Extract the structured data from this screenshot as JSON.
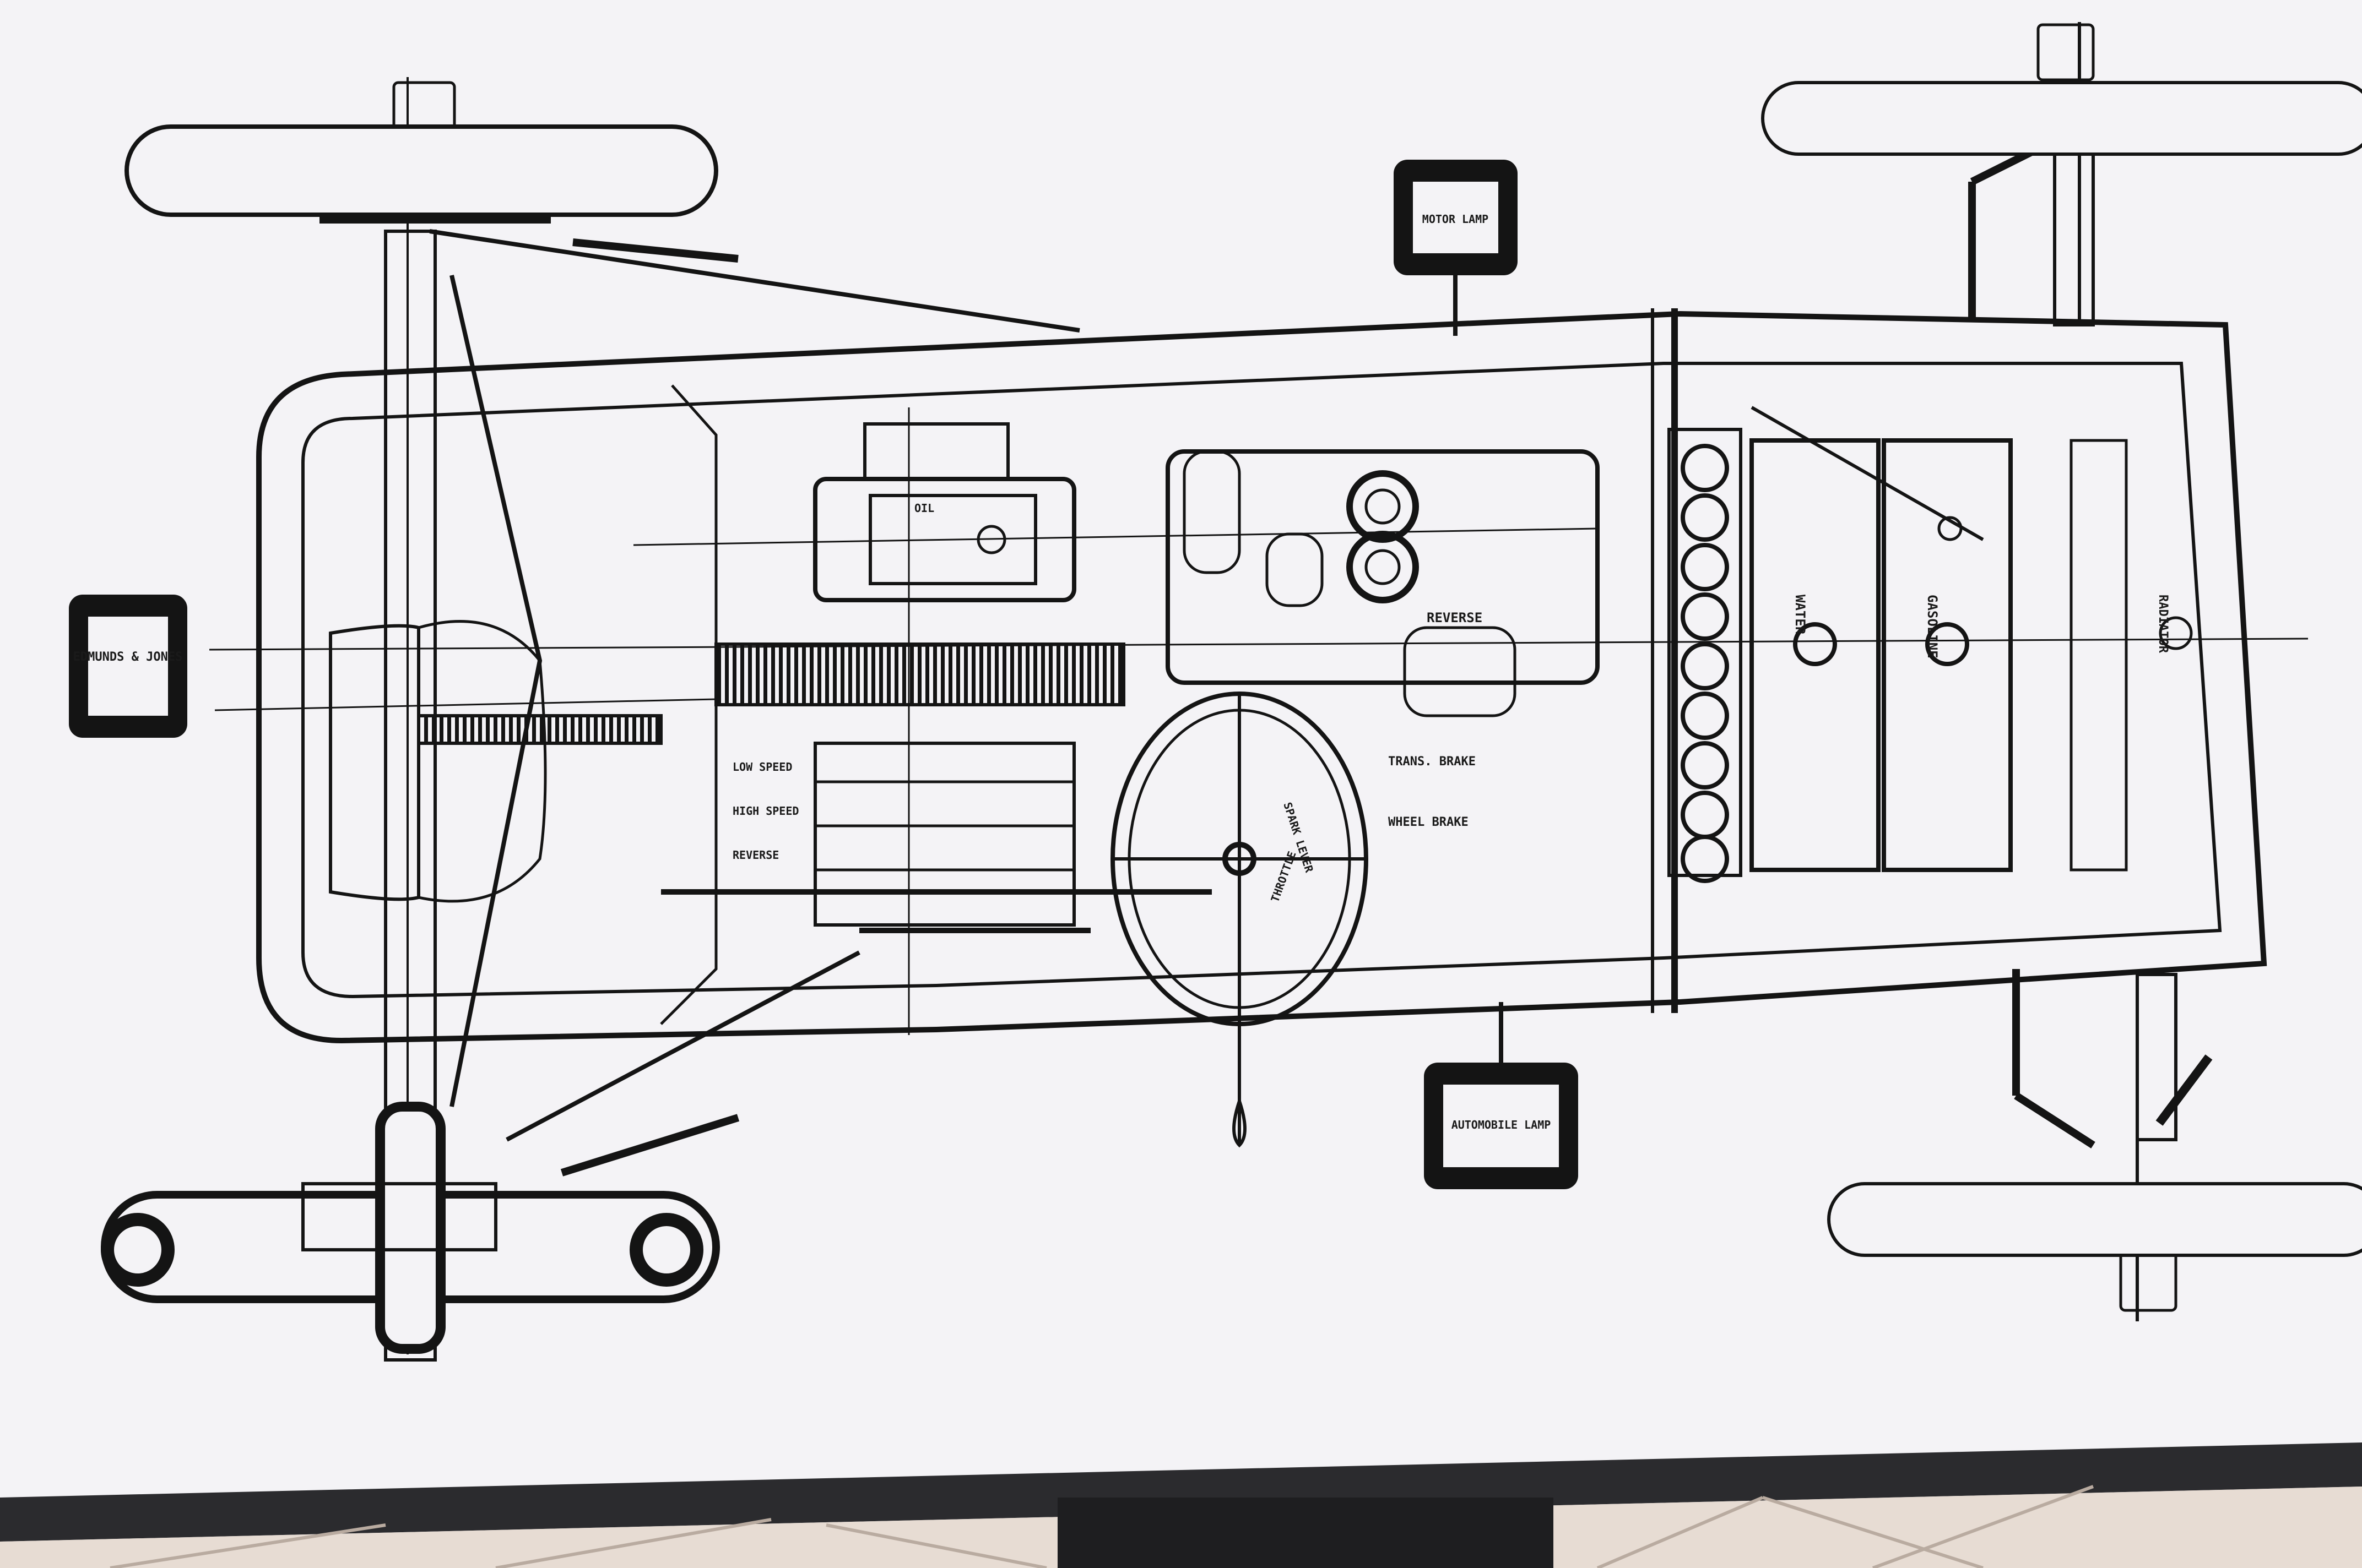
{
  "photo": {
    "paper_color": "#f4f3f6",
    "wall_color": "#cfccd3",
    "ink_color": "#141414",
    "floor_color": "#e9ded6"
  },
  "drawing": {
    "subject": "automobile chassis plan view",
    "labels": {
      "oil": "OIL",
      "reverse": "REVERSE",
      "trans_brake": "TRANS. BRAKE",
      "low_speed": "LOW SPEED",
      "high_speed": "HIGH SPEED",
      "reverse_lever": "REVERSE",
      "spark_lever": "SPARK LEVER",
      "throttle": "THROTTLE",
      "wheel_brake": "WHEEL BRAKE",
      "water": "WATER",
      "gasoline": "GASOLINE",
      "radiator": "RADIATOR"
    },
    "lamp_brackets": [
      {
        "name": "left-lamp",
        "text": "EDMUNDS & JONES"
      },
      {
        "name": "top-lamp",
        "text": "MOTOR LAMP"
      },
      {
        "name": "bottom-lamp",
        "text": "AUTOMOBILE LAMP"
      }
    ]
  }
}
